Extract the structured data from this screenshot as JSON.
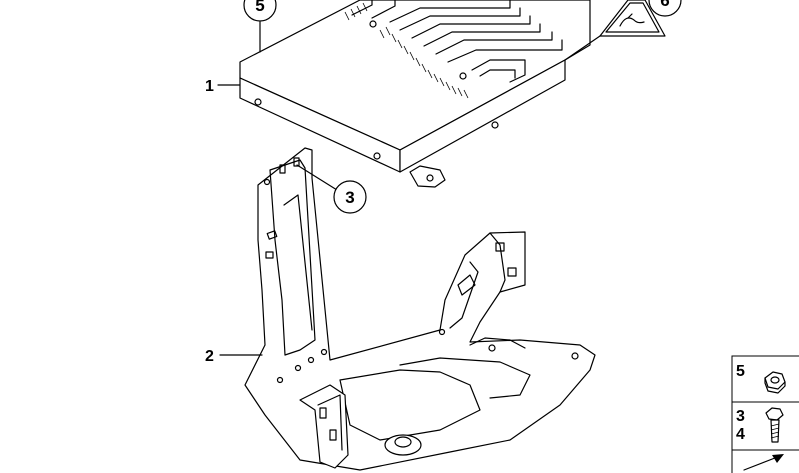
{
  "callouts": {
    "amplifier": "1",
    "bracket": "2",
    "screw_ref": "3",
    "nut_ref": "5",
    "warning_ref": "6"
  },
  "parts_panel": {
    "nut_label": "5",
    "bolt_label_top": "3",
    "bolt_label_bottom": "4"
  }
}
